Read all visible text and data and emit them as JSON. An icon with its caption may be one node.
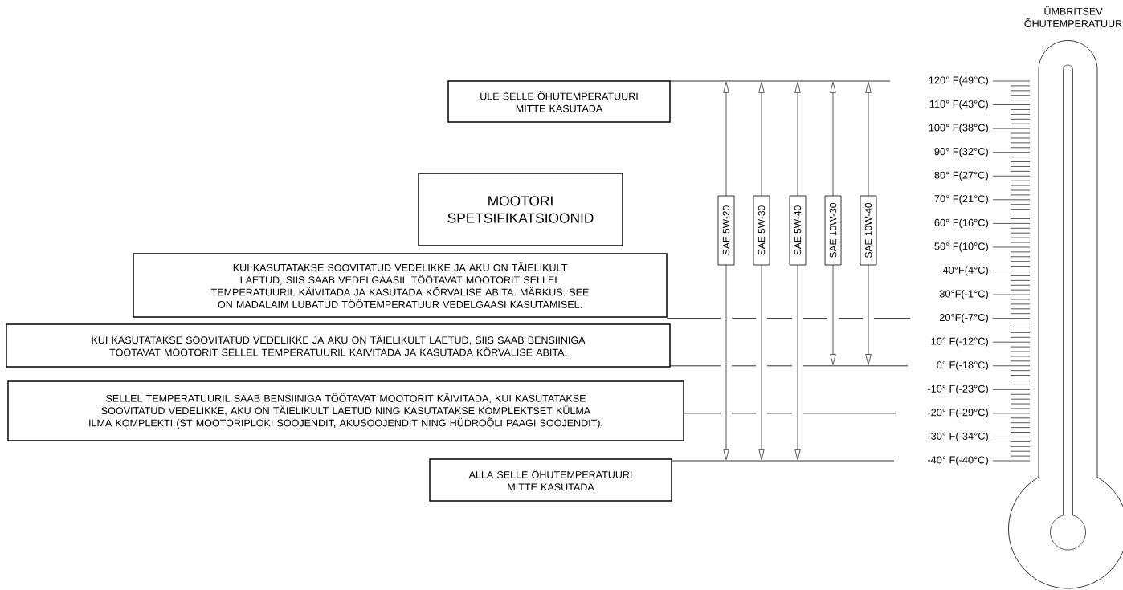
{
  "diagram": {
    "nodes": [
      {
        "text": [
          "ÜLE SELLE ÕHUTEMPERATUURI MITTE KASUTADA"
        ]
      },
      {
        "text": [
          "MOOTORI SPETSIFIKATSIOONID"
        ]
      },
      {
        "text": [
          "KUI KASUTATAKSE SOOVITATUD VEDELIKKE JA AKU ON TÄIELIKULT LAETUD, SIIS SAAB VEDELGAASIL TÖÖTAVAT MOOTORIT SELLEL TEMPERATUURIL KÄIVITADA JA KASUTADA KÕRVALISE ABITA. MÄRKUS. SEE ON MADALAIM LUBATUD TÖÖTEMPERATUUR VEDELGAASI KASUTAMISEL."
        ]
      },
      {
        "text": [
          "KUI KASUTATAKSE SOOVITATUD VEDELIKKE JA AKU ON TÄIELIKULT LAETUD, SIIS SAAB BENSIINIGA TÖÖTAVAT MOOTORIT SELLEL TEMPERATUURIL KÄIVITADA JA KASUTADA KÕRVALISE ABITA."
        ]
      },
      {
        "text": [
          "SELLEL TEMPERATUURIL SAAB BENSIINIGA TÖÖTAVAT MOOTORIT KÄIVITADA, KUI KASUTATAKSE SOOVITATUD VEDELIKKE, AKU ON TÄIELIKULT LAETUD NING KASUTATAKSE KOMPLEKTSET KÜLMA ILMA KOMPLEKTI (ST MOOTORIPLOKI SOOJENDIT, AKUSOOJENDIT NING HÜDROÕLI PAAGI SOOJENDIT)."
        ]
      },
      {
        "text": [
          "ALLA SELLE ÕHUTEMPERATUURI MITTE KASUTADA"
        ]
      },
      {
        "text": [
          "SAE 5W-20"
        ]
      },
      {
        "text": [
          "SAE 5W-30"
        ]
      },
      {
        "text": [
          "SAE 5W-40"
        ]
      },
      {
        "text": [
          "SAE 10W-30"
        ]
      },
      {
        "text": [
          "SAE 10W-40"
        ]
      }
    ],
    "labels": [
      "ÜMBRITSEV ÕHUTEMPERATUUR",
      "120° F(49°C)",
      "110° F(43°C)",
      "100° F(38°C)",
      "90° F(32°C)",
      "80° F(27°C)",
      "70° F(21°C)",
      "60° F(16°C)",
      "50° F(10°C)",
      "40°F(4°C)",
      "30°F(-1°C)",
      "20°F(-7°C)",
      "10° F(-12°C)",
      "0° F(-18°C)",
      "-10° F(-23°C)",
      "-20° F(-29°C)",
      "-30° F(-34°C)",
      "-40° F(-40°C)"
    ]
  }
}
